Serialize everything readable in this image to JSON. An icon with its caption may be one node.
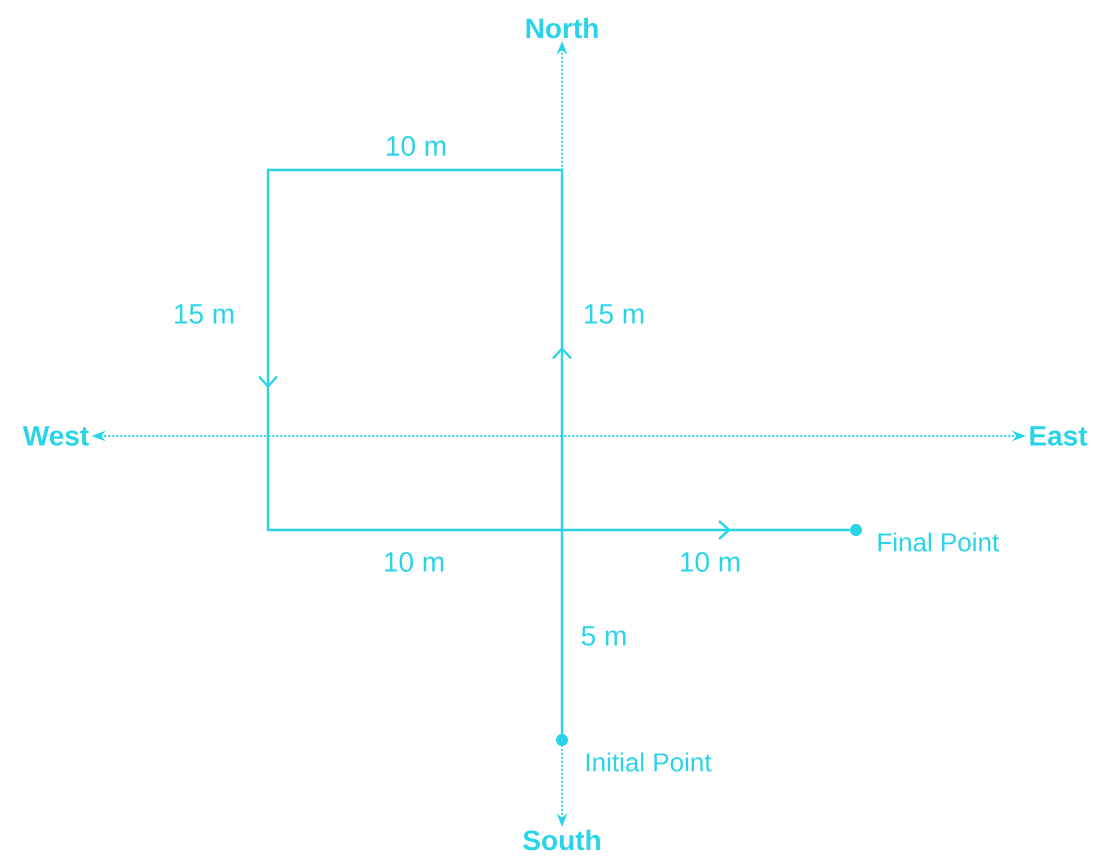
{
  "diagram": {
    "nodes": [
      {
        "text": [
          "North"
        ]
      },
      {
        "text": [
          "West"
        ]
      },
      {
        "text": [
          "East"
        ]
      },
      {
        "text": [
          "South"
        ]
      },
      {
        "text": [],
        "shape": "circle",
        "beside": [
          "Initial Point"
        ]
      },
      {
        "text": [],
        "shape": "circle",
        "beside": [
          "Final Point"
        ]
      }
    ],
    "edges": [
      {
        "from": 1,
        "to": 2,
        "arrow": "both",
        "style": "dashed"
      },
      {
        "from": 3,
        "to": 0,
        "arrow": "both",
        "style": "dashed"
      },
      {
        "from": 4,
        "to": 5,
        "arrow": "to"
      }
    ],
    "labels": [
      "10 m",
      "15 m",
      "15 m",
      "10 m",
      "10 m",
      "5 m"
    ]
  }
}
